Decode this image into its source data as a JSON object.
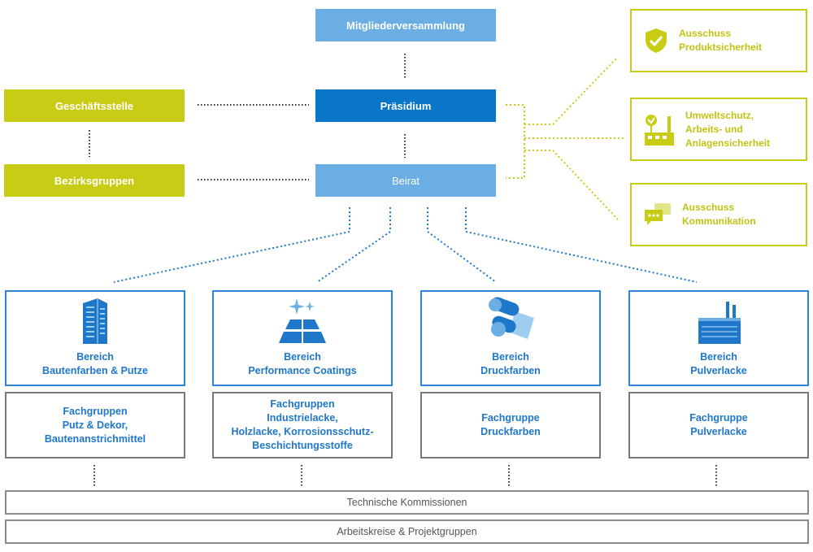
{
  "top": {
    "mitglieder": "Mitgliederversammlung",
    "praesidium": "Präsidium",
    "beirat": "Beirat"
  },
  "left": {
    "geschaeftsstelle": "Geschäftsstelle",
    "bezirksgruppen": "Bezirksgruppen"
  },
  "committees": [
    {
      "line1": "Ausschuss",
      "line2": "Produktsicherheit",
      "line3": "",
      "icon": "shield-check-icon"
    },
    {
      "line1": "Umweltschutz,",
      "line2": "Arbeits- und",
      "line3": "Anlagensicherheit",
      "icon": "factory-eco-icon"
    },
    {
      "line1": "Ausschuss",
      "line2": "Kommunikation",
      "line3": "",
      "icon": "speech-bubbles-icon"
    }
  ],
  "areas": [
    {
      "line1": "Bereich",
      "line2": "Bautenfarben & Putze",
      "icon": "building-icon"
    },
    {
      "line1": "Bereich",
      "line2": "Performance Coatings",
      "icon": "solar-sparkle-icon"
    },
    {
      "line1": "Bereich",
      "line2": "Druckfarben",
      "icon": "print-rollers-icon"
    },
    {
      "line1": "Bereich",
      "line2": "Pulverlacke",
      "icon": "factory-icon"
    }
  ],
  "groups": [
    {
      "lines": [
        "Fachgruppen",
        "Putz & Dekor,",
        "Bautenanstrichmittel"
      ]
    },
    {
      "lines": [
        "Fachgruppen",
        "Industrielacke,",
        "Holzlacke, Korrosionsschutz-",
        "Beschichtungsstoffe"
      ]
    },
    {
      "lines": [
        "Fachgruppe",
        "Druckfarben"
      ]
    },
    {
      "lines": [
        "Fachgruppe",
        "Pulverlacke"
      ]
    }
  ],
  "bars": {
    "technische": "Technische Kommissionen",
    "arbeitskreise": "Arbeitskreise & Projektgruppen"
  },
  "colors": {
    "light_blue": "#6aaee3",
    "dark_blue": "#0a76c8",
    "lime": "#c8cc14",
    "area_border": "#2a86d6",
    "group_border": "#7a7a7a"
  }
}
